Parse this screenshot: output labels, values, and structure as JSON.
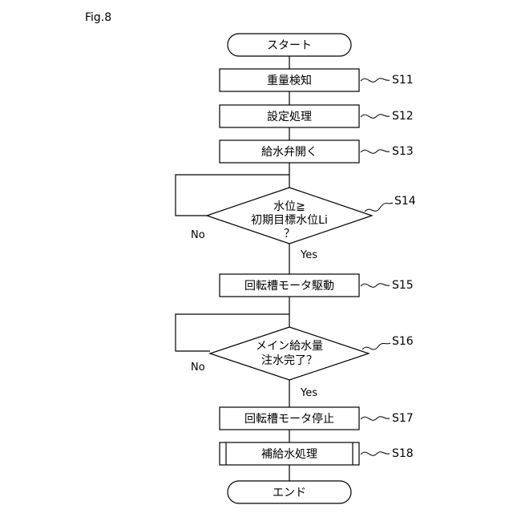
{
  "figure_label": "Fig.8",
  "nodes": {
    "start": "スタート",
    "s11": "重量検知",
    "s12": "設定処理",
    "s13": "給水弁開く",
    "s14": [
      "水位≧",
      "初期目標水位Li",
      "？"
    ],
    "s15": "回転槽モータ駆動",
    "s16": [
      "メイン給水量",
      "注水完了？"
    ],
    "s17": "回転槽モータ停止",
    "s18": "補給水処理",
    "end": "エンド"
  },
  "step_labels": {
    "s11": "S11",
    "s12": "S12",
    "s13": "S13",
    "s14": "S14",
    "s15": "S15",
    "s16": "S16",
    "s17": "S17",
    "s18": "S18"
  },
  "branches": {
    "s14_yes": "Yes",
    "s14_no": "No",
    "s16_yes": "Yes",
    "s16_no": "No"
  }
}
